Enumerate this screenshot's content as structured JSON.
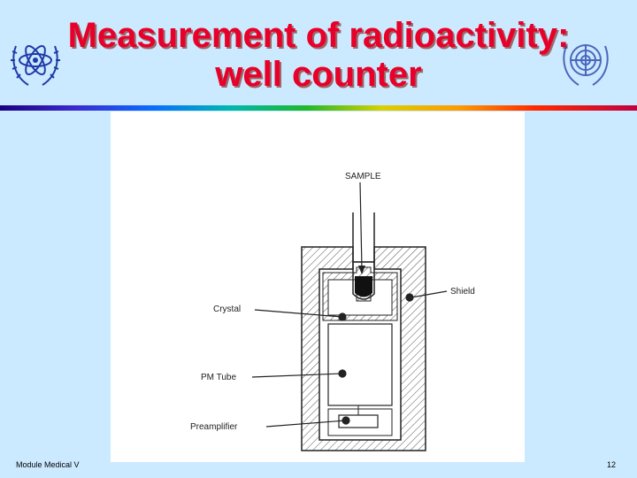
{
  "slide": {
    "title_line1": "Measurement of radioactivity:",
    "title_line2": "well counter",
    "footer_left": "Module Medical V",
    "page_number": "12"
  },
  "diagram": {
    "labels": {
      "sample": "SAMPLE",
      "shield": "Shield",
      "crystal": "Crystal",
      "pm_tube": "PM Tube",
      "preamplifier": "Preamplifier"
    }
  },
  "colors": {
    "background": "#cceaff",
    "title": "#e8002a",
    "logo": "#1f3aa8"
  }
}
